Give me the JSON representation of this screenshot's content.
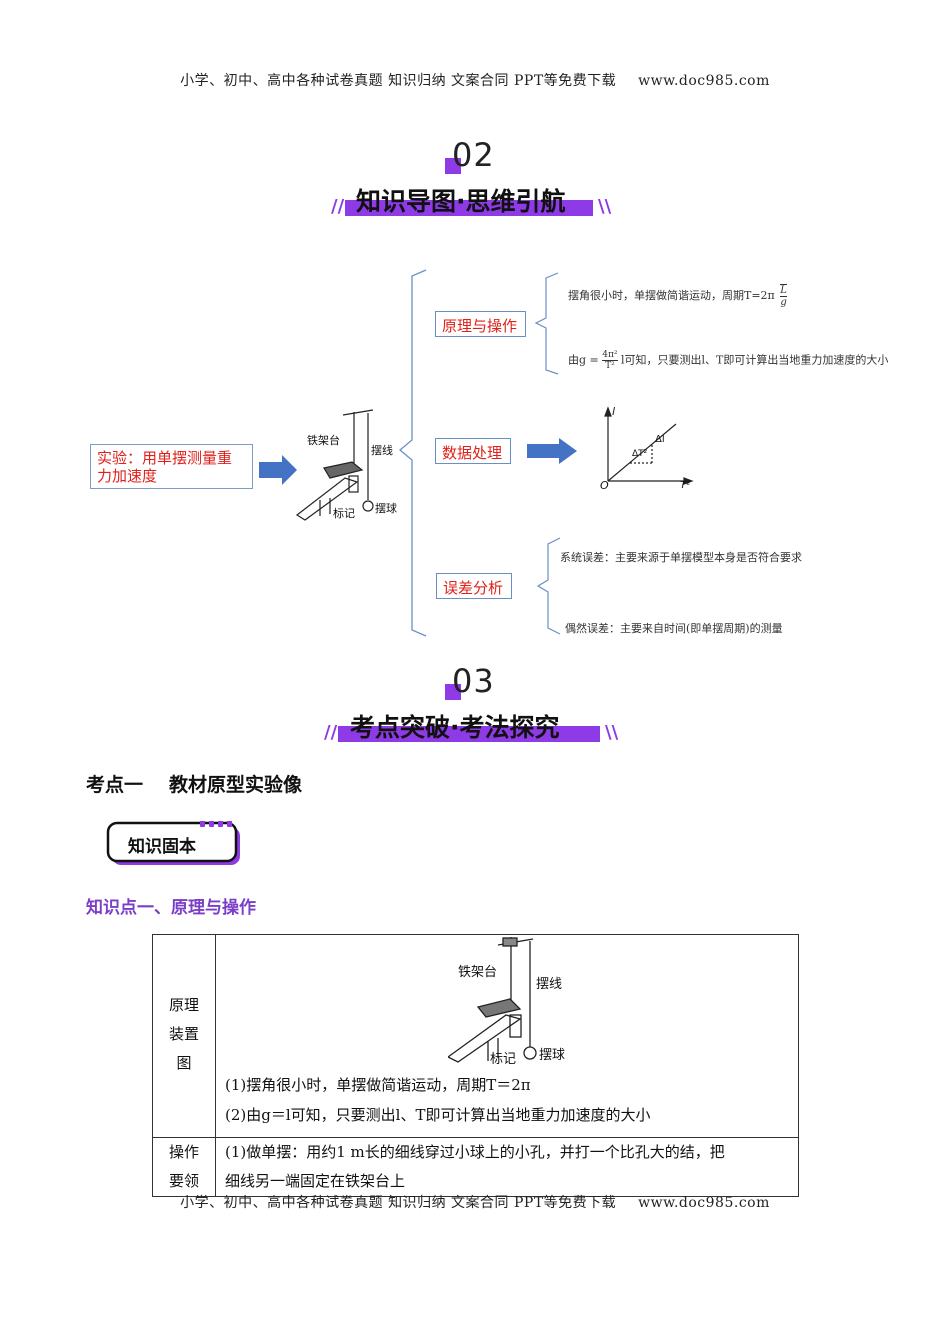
{
  "header": {
    "text": "小学、初中、高中各种试卷真题  知识归纳  文案合同  PPT等免费下载",
    "url": "www.doc985.com"
  },
  "footer": {
    "text": "小学、初中、高中各种试卷真题  知识归纳  文案合同  PPT等免费下载",
    "url": "www.doc985.com"
  },
  "section02": {
    "number": "02",
    "title": "知识导图·思维引航",
    "slash_left": "//",
    "slash_right": "\\\\"
  },
  "section03": {
    "number": "03",
    "title": "考点突破·考法探究",
    "slash_left": "//",
    "slash_right": "\\\\"
  },
  "mindmap": {
    "root_label": "实验：用单摆测量重力加速度",
    "apparatus": {
      "stand": "铁架台",
      "string": "摆线",
      "mark": "标记",
      "ball": "摆球"
    },
    "branches": [
      {
        "label": "原理与操作",
        "notes": [
          "摆角很小时，单摆做简谐运动，周期T=2π",
          "由g =",
          "l可知，只要测出l、T即可计算出当地重力加速度的大小"
        ],
        "formula_num": "L",
        "formula_den": "g",
        "g_num": "4π²",
        "g_den": "T²"
      },
      {
        "label": "数据处理",
        "graph": {
          "y_axis": "l",
          "x_axis": "T²",
          "origin": "O",
          "dl": "Δl",
          "dT": "ΔT²"
        }
      },
      {
        "label": "误差分析",
        "notes": [
          "系统误差：主要来源于单摆模型本身是否符合要求",
          "偶然误差：主要来自时间(即单摆周期)的测量"
        ]
      }
    ]
  },
  "topic": {
    "index": "考点一",
    "name": "教材原型实验像"
  },
  "badge_label": "知识固本",
  "knowledge_point": "知识点一、原理与操作",
  "table": {
    "rows": [
      {
        "label": "原理装置图",
        "apparatus": {
          "stand": "铁架台",
          "string": "摆线",
          "mark": "标记",
          "ball": "摆球"
        },
        "lines": [
          "(1)摆角很小时，单摆做简谐运动，周期T＝2π",
          "(2)由g＝l可知，只要测出l、T即可计算出当地重力加速度的大小"
        ]
      },
      {
        "label": "操作要领",
        "lines": [
          "(1)做单摆：用约1 m长的细线穿过小球上的小孔，并打一个比孔大的结，把",
          "细线另一端固定在铁架台上"
        ]
      }
    ]
  },
  "colors": {
    "accent": "#8e3ae6",
    "red": "#e0201a",
    "arrow": "#4472c4",
    "bracket": "#6a8fc5"
  }
}
